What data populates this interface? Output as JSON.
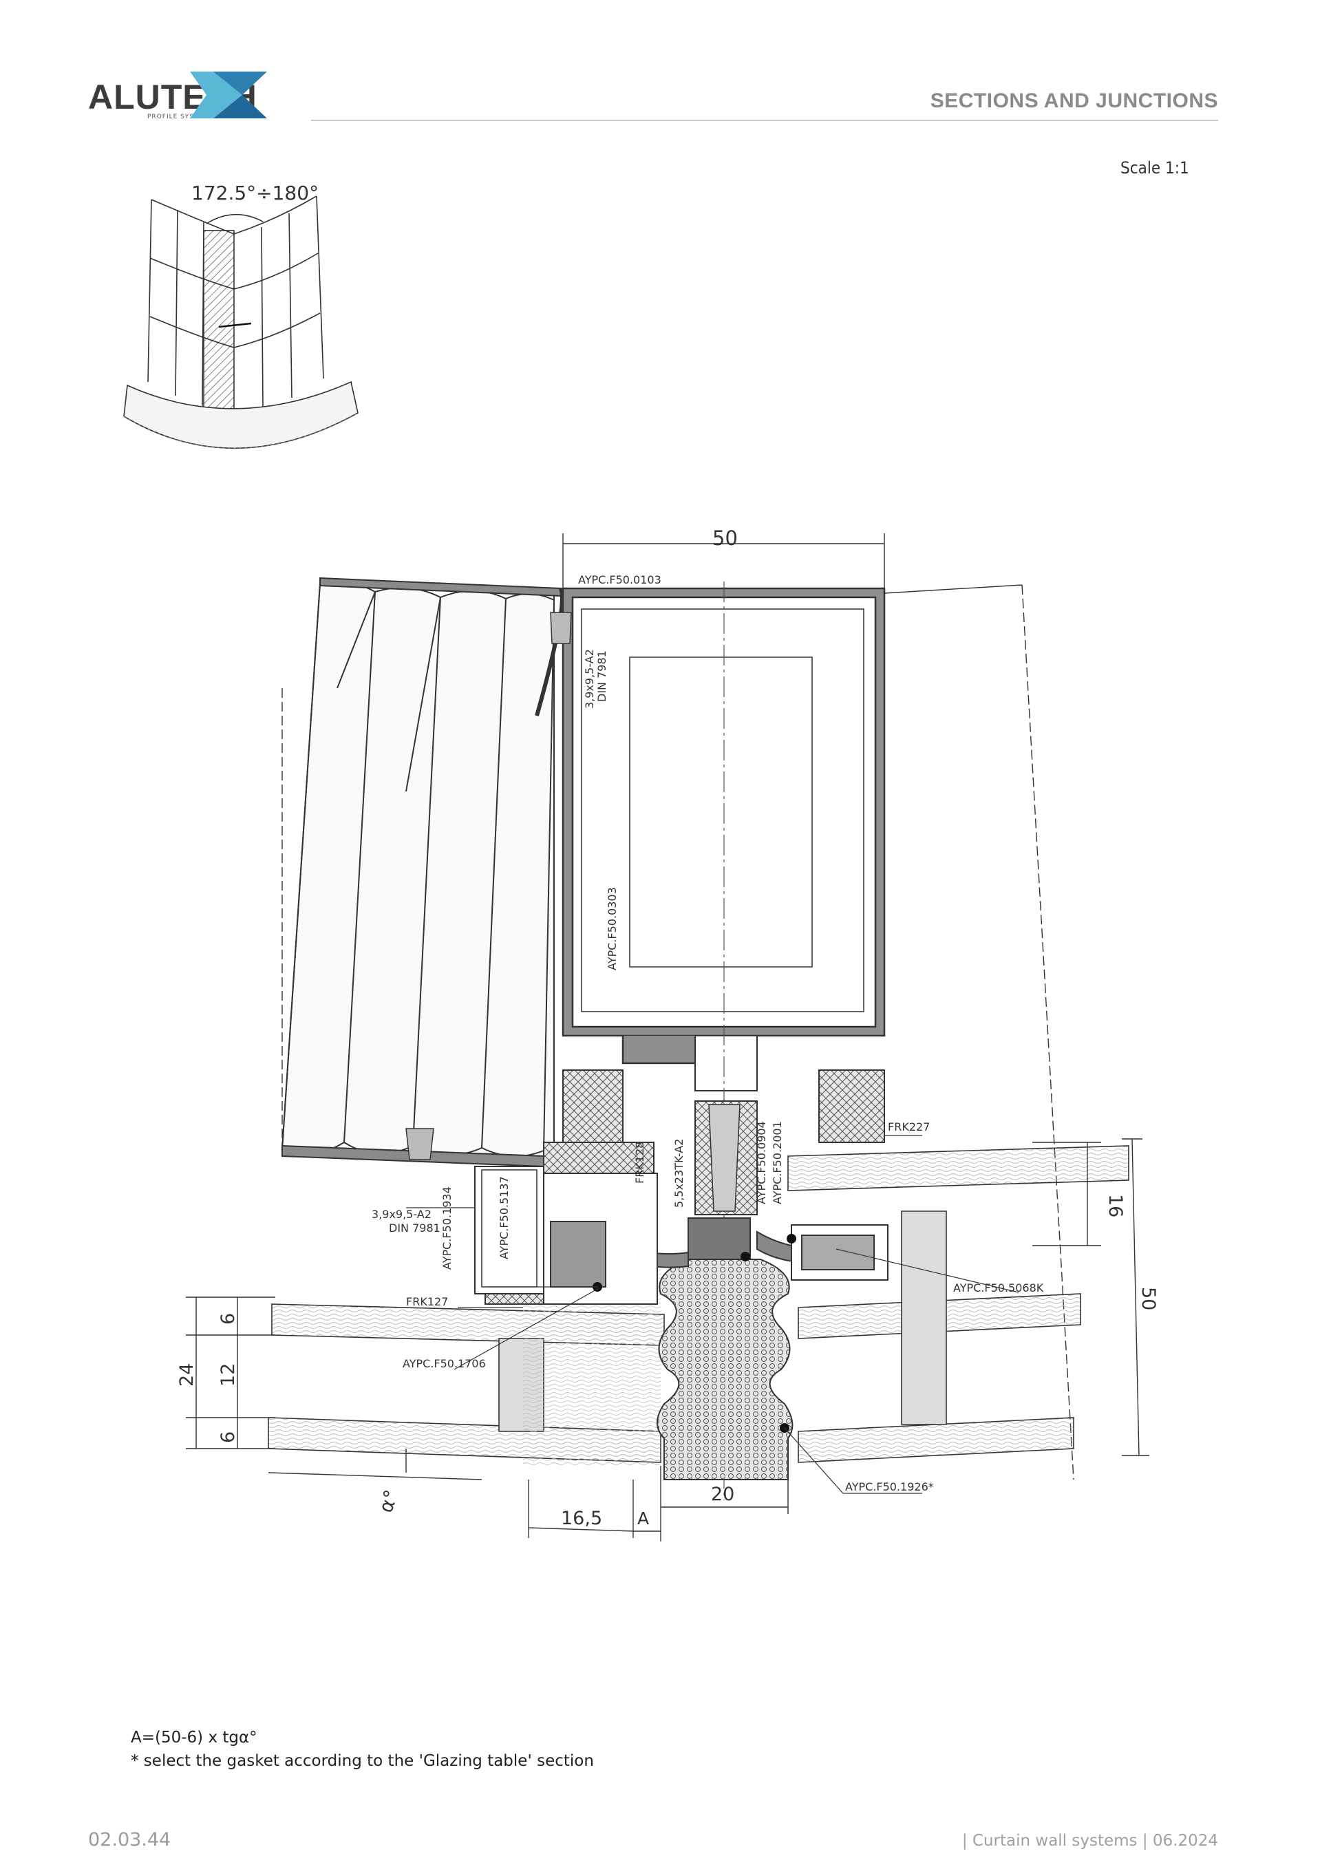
{
  "header": {
    "logo_text": "ALUTECH",
    "logo_subtext": "PROFILE SYSTEMS",
    "section_title": "SECTIONS AND JUNCTIONS",
    "scale": "Scale 1:1"
  },
  "diagram": {
    "angle_range": "172.5°÷180°",
    "labels": {
      "aypc_0103": "AYPC.F50.0103",
      "screw_top_1": "3,9x9,5-A2",
      "screw_top_2": "DIN 7981",
      "aypc_0303": "AYPC.F50.0303",
      "frk227": "FRK227",
      "frk128": "FRK128",
      "screw_mid": "5,5x23TK-A2",
      "aypc_0904": "AYPC.F50.0904",
      "aypc_2001": "AYPC.F50.2001",
      "screw_left_1": "3,9x9,5-A2",
      "screw_left_2": "DIN 7981",
      "aypc_1934": "AYPC.F50.1934",
      "aypc_5137": "AYPC.F50.5137",
      "aypc_5068k": "AYPC.F50.5068K",
      "frk127": "FRK127",
      "aypc_1706": "AYPC.F50.1706",
      "aypc_1926": "AYPC.F50.1926*"
    },
    "dimensions": {
      "top_width": "50",
      "right_16": "16",
      "right_50": "50",
      "left_24": "24",
      "left_6a": "6",
      "left_12": "12",
      "left_6b": "6",
      "bottom_16_5": "16,5",
      "bottom_A": "A",
      "bottom_20": "20",
      "alpha": "α°"
    }
  },
  "notes": {
    "formula": "A=(50-6) x tgα°",
    "gasket_note": "* select the gasket according to the 'Glazing table' section"
  },
  "footer": {
    "page_number": "02.03.44",
    "doc_info": "| Curtain wall systems | 06.2024"
  }
}
